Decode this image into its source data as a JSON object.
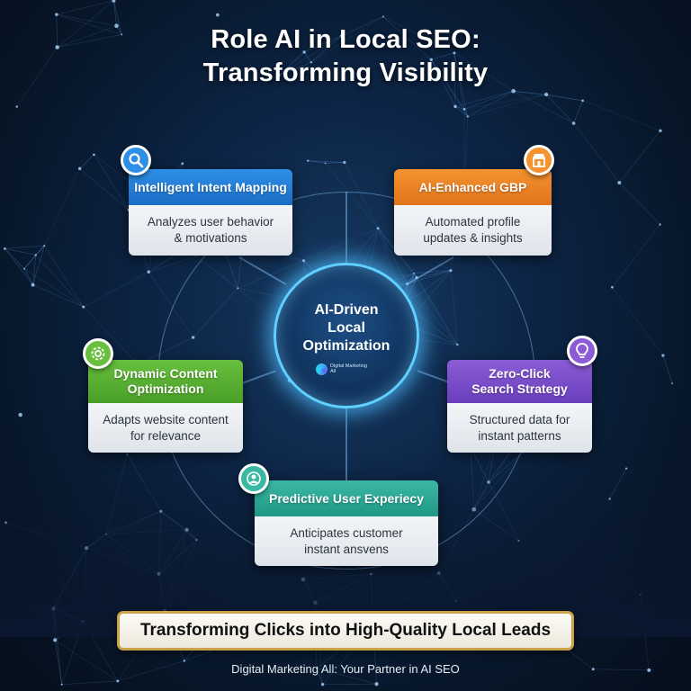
{
  "title": "Role  AI in Local SEO:\nTransforming Visibility",
  "hub": {
    "title": "AI-Driven\nLocal\nOptimization",
    "logo_text": "Digital Marketing\nAll"
  },
  "cards": [
    {
      "id": "intent",
      "heading": "Intelligent Intent Mapping",
      "body": "Analyzes user behavior\n& motivations",
      "icon": "search-icon",
      "color": "#2d8fe6"
    },
    {
      "id": "gbp",
      "heading": "AI-Enhanced GBP",
      "body": "Automated profile\nupdates & insights",
      "icon": "storefront-icon",
      "color": "#f59331"
    },
    {
      "id": "content",
      "heading": "Dynamic Content\nOptimization",
      "body": "Adapts website content\nfor relevance",
      "icon": "gear-icon",
      "color": "#67bf3d"
    },
    {
      "id": "zero",
      "heading": "Zero-Click\nSearch Strategy",
      "body": "Structured data for\ninstant patterns",
      "icon": "lightbulb-icon",
      "color": "#8b5cd6"
    },
    {
      "id": "predictive",
      "heading": "Predictive User Experiecy",
      "body": "Anticipates customer\ninstant ansvens",
      "icon": "user-target-icon",
      "color": "#3bb8a4"
    }
  ],
  "banner": "Transforming Clicks into High-Quality Local Leads",
  "footer": "Digital Marketing All: Your Partner in AI SEO"
}
